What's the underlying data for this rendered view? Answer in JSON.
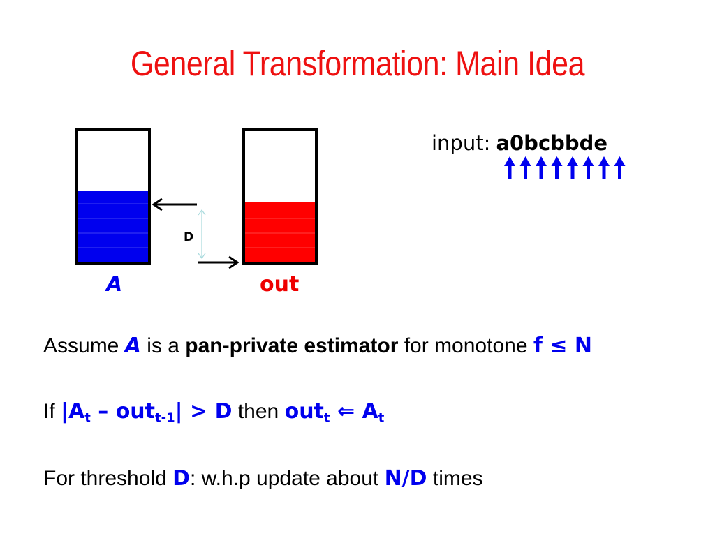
{
  "slide": {
    "title": "General Transformation: Main Idea"
  },
  "diagram": {
    "left_label": "A",
    "right_label": "out",
    "threshold_label": "D",
    "input_prefix": "input:",
    "input_string": "a0bcbbde",
    "arrow_count": 8,
    "left_fill_fraction": 0.55,
    "right_fill_fraction": 0.46,
    "colors": {
      "left_fill": "#0000ee",
      "right_fill": "#ff0000",
      "gap_line": "#a8dadd",
      "arrows_up": "#0000ee"
    }
  },
  "bullets": {
    "line1": {
      "t1": "Assume ",
      "a": "A",
      "t2": " is a ",
      "b": "pan-private estimator",
      "t3": " for monotone ",
      "f": "f ≤ N"
    },
    "line2": {
      "t1": "If ",
      "e1": "|A",
      "s1": "t",
      "e2": " – out",
      "s2": "t-1",
      "e3": "| > D",
      "t2": " then ",
      "e4": "out",
      "s3": "t",
      "e5": " ⇐ A",
      "s4": "t"
    },
    "line3": {
      "t1": "For threshold ",
      "d": "D",
      "t2": ": w.h.p update about ",
      "nd": "N/D",
      "t3": " times"
    }
  }
}
